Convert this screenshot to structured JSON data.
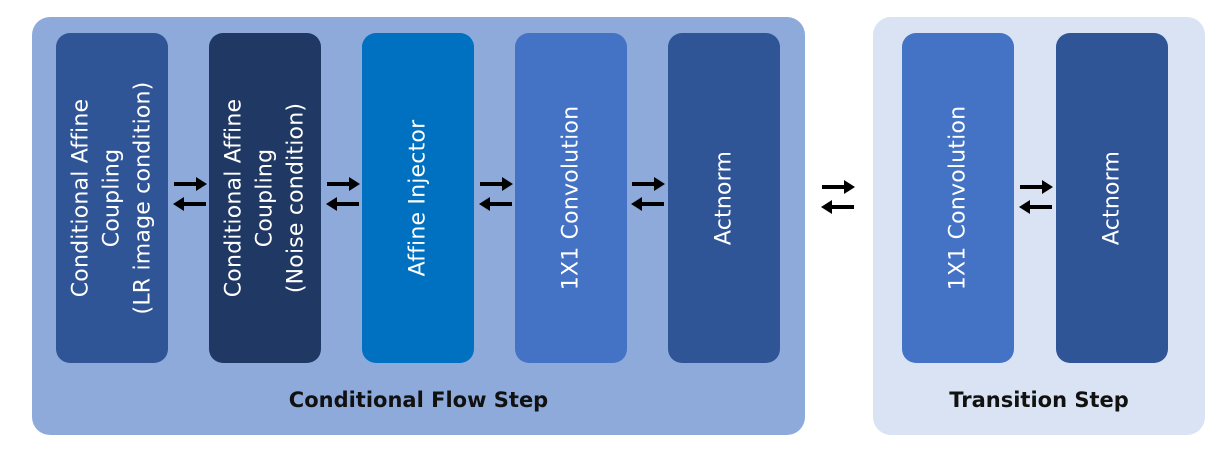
{
  "colors": {
    "flow_panel": "#8eaadb",
    "transition_panel": "#dae3f3",
    "dark_navy": "#203864",
    "mid_blue": "#4472c4",
    "bright_blue": "#0070c0",
    "steel_blue": "#2f5597",
    "arrow": "#000000"
  },
  "conditional_flow_step": {
    "title": "Conditional Flow Step",
    "blocks": [
      {
        "lines": [
          "Conditional Affine",
          "Coupling",
          "(LR image condition)"
        ],
        "color": "#2f5597"
      },
      {
        "lines": [
          "Conditional Affine",
          "Coupling",
          "(Noise condition)"
        ],
        "color": "#203864"
      },
      {
        "lines": [
          "Affine Injector"
        ],
        "color": "#0070c0"
      },
      {
        "lines": [
          "1X1 Convolution"
        ],
        "color": "#4472c4"
      },
      {
        "lines": [
          "Actnorm"
        ],
        "color": "#2f5597"
      }
    ]
  },
  "transition_step": {
    "title": "Transition Step",
    "blocks": [
      {
        "lines": [
          "1X1 Convolution"
        ],
        "color": "#4472c4"
      },
      {
        "lines": [
          "Actnorm"
        ],
        "color": "#2f5597"
      }
    ]
  },
  "arrow_icon": "bidirectional-arrows-icon"
}
